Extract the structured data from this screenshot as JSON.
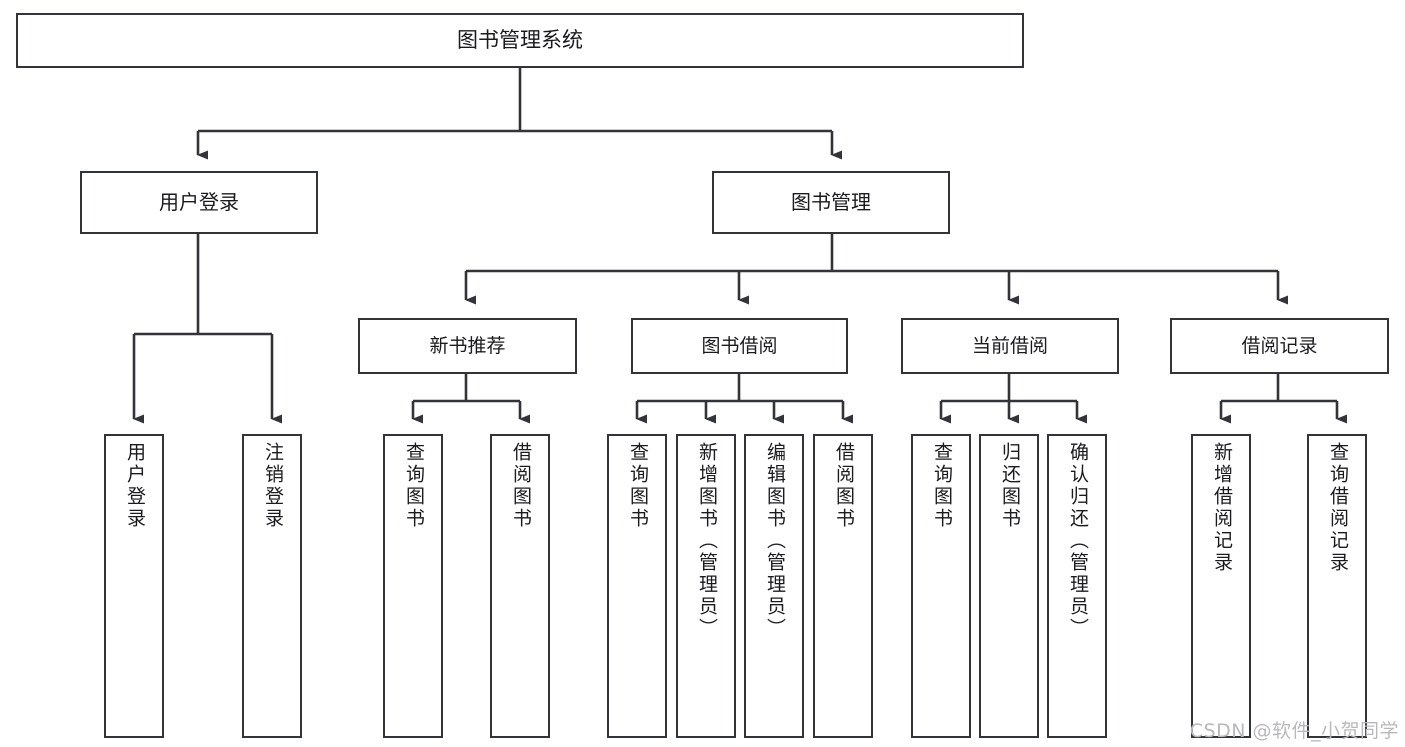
{
  "diagram": {
    "title": "图书管理系统",
    "type": "tree-hierarchy-chart",
    "orientation": "top-down",
    "background_color": "#ffffff",
    "line_color": "#33333a",
    "box_border_color": "#33333a",
    "box_fill_color": "#ffffff",
    "text_color": "#1b1b1f"
  },
  "nodes": {
    "root": {
      "label": "图书管理系统"
    },
    "level2": [
      {
        "id": "user-login",
        "label": "用户登录"
      },
      {
        "id": "book-management",
        "label": "图书管理"
      }
    ],
    "level3": [
      {
        "id": "new-book-recommend",
        "label": "新书推荐"
      },
      {
        "id": "book-borrow",
        "label": "图书借阅"
      },
      {
        "id": "current-borrow",
        "label": "当前借阅"
      },
      {
        "id": "borrow-record",
        "label": "借阅记录"
      }
    ],
    "leaves": {
      "user_login": [
        {
          "id": "leaf-user-login",
          "label": "用户登录"
        },
        {
          "id": "leaf-logout-login",
          "label": "注销登录"
        }
      ],
      "new_book_recommend": [
        {
          "id": "leaf-query-book-1",
          "label": "查询图书"
        },
        {
          "id": "leaf-borrow-book-1",
          "label": "借阅图书"
        }
      ],
      "book_borrow": [
        {
          "id": "leaf-query-book-2",
          "label": "查询图书"
        },
        {
          "id": "leaf-add-book",
          "label": "新增图书（管理员）"
        },
        {
          "id": "leaf-edit-book",
          "label": "编辑图书（管理员）"
        },
        {
          "id": "leaf-borrow-book-2",
          "label": "借阅图书"
        }
      ],
      "current_borrow": [
        {
          "id": "leaf-query-book-3",
          "label": "查询图书"
        },
        {
          "id": "leaf-return-book",
          "label": "归还图书"
        },
        {
          "id": "leaf-confirm-return",
          "label": "确认归还（管理员）"
        }
      ],
      "borrow_record": [
        {
          "id": "leaf-add-record",
          "label": "新增借阅记录"
        },
        {
          "id": "leaf-query-record",
          "label": "查询借阅记录"
        }
      ]
    }
  },
  "watermark": {
    "text": "CSDN @软件_小贺同学"
  }
}
